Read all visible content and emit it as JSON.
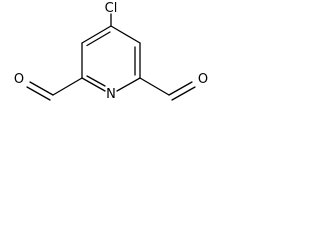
{
  "molecule": {
    "atoms": {
      "chlorine": "Cl",
      "ring_nitrogen": "N",
      "left_oxygen": "O",
      "right_oxygen": "O"
    },
    "colors": {
      "stroke": "#000000",
      "background": "#ffffff"
    }
  }
}
